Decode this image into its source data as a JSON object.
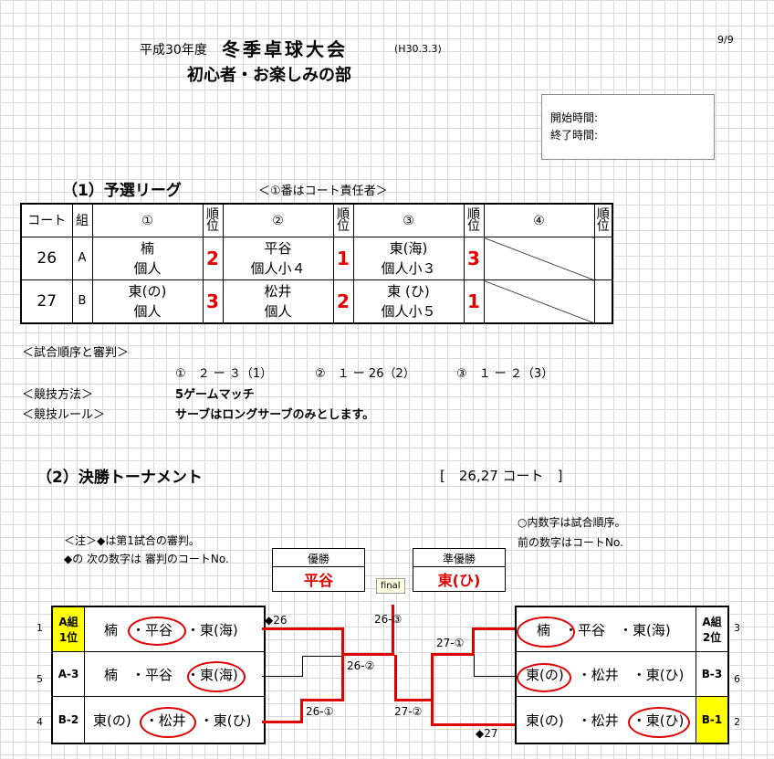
{
  "header": {
    "era": "平成30年度",
    "title": "冬季卓球大会",
    "date": "(H30.3.3)",
    "subtitle": "初心者・お楽しみの部",
    "page": "9/9",
    "start_label": "開始時間:",
    "end_label": "終了時間:"
  },
  "league": {
    "heading": "（1）予選リーグ",
    "note": "＜①番はコート責任者＞",
    "col_court": "コート",
    "col_group": "組",
    "col_p1": "①",
    "col_p2": "②",
    "col_p3": "③",
    "col_p4": "④",
    "col_rank": "順位",
    "rows": [
      {
        "court": "26",
        "group": "A",
        "p1_name": "楠",
        "p1_class": "個人",
        "p1_rank": "2",
        "p2_name": "平谷",
        "p2_class": "個人小４",
        "p2_rank": "1",
        "p3_name": "東(海)",
        "p3_class": "個人小３",
        "p3_rank": "3"
      },
      {
        "court": "27",
        "group": "B",
        "p1_name": "東(の)",
        "p1_class": "個人",
        "p1_rank": "3",
        "p2_name": "松井",
        "p2_class": "個人",
        "p2_rank": "2",
        "p3_name": "東 (ひ)",
        "p3_class": "個人小５",
        "p3_rank": "1"
      }
    ]
  },
  "rules": {
    "order_label": "＜試合順序と審判＞",
    "order_1": "①　２ ー ３（1）",
    "order_2": "②　１ ー 26（2）",
    "order_3": "③　１ ー ２（3）",
    "method_label": "＜競技方法＞",
    "method_value": "5ゲームマッチ",
    "rule_label": "＜競技ルール＞",
    "rule_value": "サーブはロングサーブのみとします。"
  },
  "tournament": {
    "heading": "（2）決勝トーナメント",
    "courts": "[　26,27 コート　]",
    "note_left_1": "＜注＞◆は第1試合の審判。",
    "note_left_2": "◆の 次の数字は 審判のコートNo.",
    "note_right_1": "○内数字は試合順序。",
    "note_right_2": "前の数字はコートNo.",
    "winner_label": "優勝",
    "winner_value": "平谷",
    "runner_label": "準優勝",
    "runner_value": "東(ひ)",
    "final_label": "final",
    "left_rows": [
      {
        "num": "1",
        "seed_1": "A組",
        "seed_2": "1位",
        "names": "楠　・平谷　・東(海)"
      },
      {
        "num": "5",
        "seed_1": "A-3",
        "seed_2": "",
        "names": "楠　・平谷　・東(海)"
      },
      {
        "num": "4",
        "seed_1": "B-2",
        "seed_2": "",
        "names": "東(の)　・松井　・東(ひ)"
      }
    ],
    "right_rows": [
      {
        "num": "3",
        "seed_1": "A組",
        "seed_2": "2位",
        "names": "楠　・平谷　・東(海)"
      },
      {
        "num": "6",
        "seed_1": "B-3",
        "seed_2": "",
        "names": "東(の)　・松井　・東(ひ)"
      },
      {
        "num": "2",
        "seed_1": "B-1",
        "seed_2": "",
        "names": "東(の)　・松井　・東(ひ)"
      }
    ],
    "mark_26": "◆26",
    "mark_27": "◆27",
    "label_26_3": "26-③",
    "label_26_2": "26-②",
    "label_26_1": "26-①",
    "label_27_1": "27-①",
    "label_27_2": "27-②"
  },
  "colors": {
    "accent_red": "#e00000",
    "highlight": "#ffff00"
  }
}
